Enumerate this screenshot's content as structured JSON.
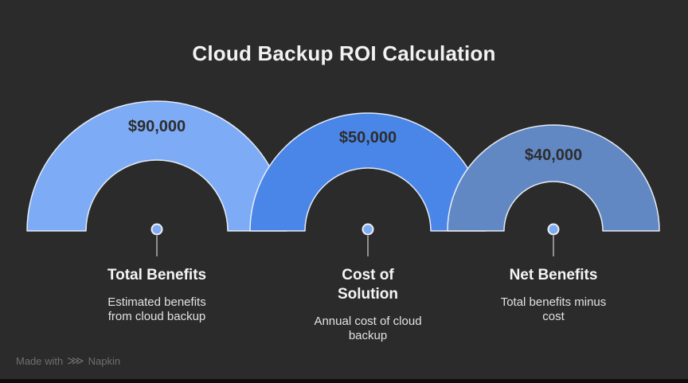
{
  "title": "Cloud Backup ROI Calculation",
  "items": [
    {
      "value": "$90,000",
      "label": "Total Benefits",
      "description": "Estimated benefits\nfrom cloud backup",
      "color": "#7dabf5"
    },
    {
      "value": "$50,000",
      "label": "Cost of\nSolution",
      "description": "Annual cost of cloud\nbackup",
      "color": "#4a86e8"
    },
    {
      "value": "$40,000",
      "label": "Net Benefits",
      "description": "Total benefits minus\ncost",
      "color": "#6288c4"
    }
  ],
  "colors": {
    "background": "#2b2b2b",
    "bottom_bar": "#0d0d0d",
    "arch_outline": "#eef2fa",
    "dot_fill": "#7dabf5",
    "stem": "#909090",
    "value_text": "#2d2d2d",
    "title_text": "#f2f2f2",
    "label_text": "#f5f5f5",
    "description_text": "#e2e2e2",
    "watermark_text": "#6f6f6f"
  },
  "watermark": {
    "prefix": "Made with",
    "icon": "napkin-logo-icon",
    "brand": "Napkin"
  }
}
